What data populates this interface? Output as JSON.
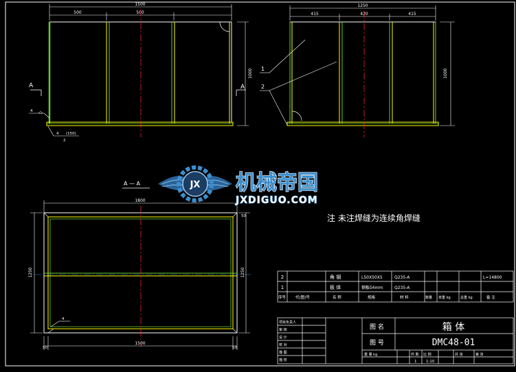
{
  "front_view": {
    "dim_total": "1500",
    "dim_seg1": "500",
    "dim_seg2": "500",
    "dim_height": "1000",
    "section_mark_left": "A",
    "section_mark_right": "A",
    "weld_left": "4",
    "weld_bottom": "4",
    "weld_bottom_note": "(150)",
    "weld_sub": "2"
  },
  "side_view": {
    "dim_total": "1250",
    "dim_seg1": "415",
    "dim_seg2": "420",
    "dim_seg3": "415",
    "dim_height": "1000",
    "leader_1": "1",
    "leader_2": "2"
  },
  "section_view": {
    "title": "A — A",
    "dim_top": "1800",
    "dim_bottom": "1500",
    "dim_left": "1250",
    "dim_right": "1250",
    "dim_small_right": "50",
    "dim_small_left": "50",
    "dim_small_bottom_right": "50",
    "weld": "4"
  },
  "logo": {
    "name_cn": "机械帝国",
    "name_en": "JXDIGUO.COM",
    "emblem": "JX"
  },
  "note": "注 未注焊缝为连续角焊缝",
  "bom": {
    "rows": [
      {
        "no": "2",
        "name": "角 钢",
        "spec": "L50X50X5",
        "material": "Q235-A",
        "remark": "L=14800"
      },
      {
        "no": "1",
        "name": "板 体",
        "spec": "钢板δ4mm",
        "material": "Q235-A",
        "remark": ""
      }
    ],
    "header": {
      "no": "序号",
      "code": "代(图)号",
      "name": "名 称",
      "spec": "规格",
      "material": "材 料",
      "qty": "数量",
      "unit_weight": "单重 kg",
      "total_weight": "总重 kg",
      "remark": "备 注"
    }
  },
  "title_block": {
    "labels": [
      "项目负责人",
      "审 核",
      "设 计",
      "校 对",
      "描 图",
      "描 校"
    ],
    "name_label": "图 名",
    "name_value": "箱 体",
    "number_label": "图 号",
    "number_value": "DMC48-01",
    "bottom": {
      "weight": "重 量 kg",
      "count": "件 数",
      "scale": "比 例",
      "sheet": "共 张",
      "sheet_num": "第 张",
      "count_value": "1",
      "scale_value": "1:10"
    }
  },
  "colors": {
    "background": "#000000",
    "frame": "#ffffff",
    "part_yellow": "#ffff00",
    "part_green": "#66cc33",
    "centerline_red": "#ff2020",
    "logo_blue": "#3b8fd0"
  }
}
